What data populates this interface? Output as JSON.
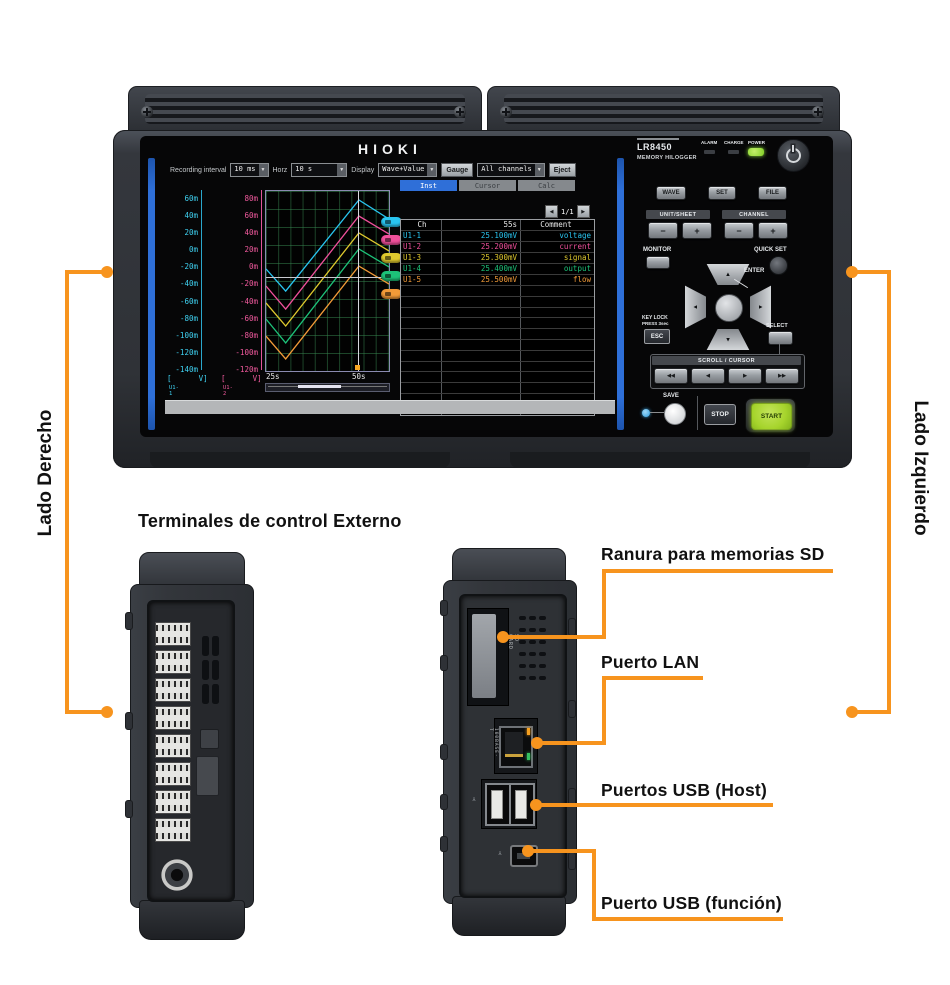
{
  "colors": {
    "accent_orange": "#F7941E",
    "blue_strip": "#2E6FD8",
    "tab_active_blue": "#2F6FD8",
    "start_key_green": "#A6D42C",
    "power_led_green": "#8FE03C",
    "channel_colors": [
      "#29C5F0",
      "#F0509B",
      "#DFC92E",
      "#1DC279",
      "#F29B38"
    ]
  },
  "front_view": {
    "brand": "HIOKI",
    "model": "LR8450",
    "model_subtitle": "MEMORY HILOGGER",
    "indicator_labels": {
      "alarm": "ALARM",
      "charge": "CHARGE",
      "power": "POWER"
    },
    "screen": {
      "toolbar": {
        "recording_interval_label": "Recording interval",
        "recording_interval_value": "10 ms",
        "horz_label": "Horz",
        "horz_value": "10 s",
        "display_label": "Display",
        "display_value": "Wave+Value",
        "gauge_button": "Gauge",
        "channels_value": "All channels",
        "eject_button": "Eject",
        "dropdown_arrow": "▼"
      },
      "tabs": [
        {
          "label": "Inst",
          "active": true
        },
        {
          "label": "Cursor",
          "active": false
        },
        {
          "label": "Calc",
          "active": false
        }
      ],
      "pager": {
        "prev": "◀",
        "page": "1/1",
        "next": "▶"
      },
      "table": {
        "headers": [
          "Ch",
          "55s",
          "Comment"
        ],
        "rows": [
          {
            "ch": "U1-1",
            "value": "25.100mV",
            "comment": "voltage"
          },
          {
            "ch": "U1-2",
            "value": "25.200mV",
            "comment": "current"
          },
          {
            "ch": "U1-3",
            "value": "25.300mV",
            "comment": "signal"
          },
          {
            "ch": "U1-4",
            "value": "25.400mV",
            "comment": "output"
          },
          {
            "ch": "U1-5",
            "value": "25.500mV",
            "comment": "flow"
          }
        ]
      },
      "gauge_units": {
        "left": "[      V]",
        "right": "[      V]",
        "left_channel": "U1-1",
        "right_channel": "U1-2"
      }
    },
    "keys": {
      "wave": "WAVE",
      "set": "SET",
      "file": "FILE",
      "unit_sheet": "UNIT/SHEET",
      "channel": "CHANNEL",
      "minus": "−",
      "plus": "+",
      "monitor": "MONITOR",
      "quick_set": "QUICK SET",
      "enter": "ENTER",
      "key_lock_line1": "KEY LOCK",
      "key_lock_line2": "PRESS 3sec",
      "esc": "ESC",
      "select": "SELECT",
      "scroll_cursor": "SCROLL / CURSOR",
      "fast_rewind": "◀◀",
      "step_left": "◀",
      "step_right": "▶",
      "fast_forward": "▶▶",
      "save": "SAVE",
      "stop": "STOP",
      "start": "START",
      "up": "▲",
      "down": "▼",
      "left": "◀",
      "right": "▶"
    }
  },
  "chart_data": {
    "type": "line",
    "x_ticks": [
      "25s",
      "50s"
    ],
    "cursor_at": "50s",
    "grid": true,
    "legend_position": "table-right",
    "axis_left": {
      "unit": "V",
      "channel": "U1-1",
      "ticks": [
        "60m",
        "40m",
        "20m",
        "0m",
        "-20m",
        "-40m",
        "-60m",
        "-80m",
        "-100m",
        "-120m",
        "-140m"
      ]
    },
    "axis_right": {
      "unit": "V",
      "channel": "U1-2",
      "ticks": [
        "80m",
        "60m",
        "40m",
        "20m",
        "0m",
        "-20m",
        "-40m",
        "-60m",
        "-80m",
        "-100m",
        "-120m"
      ]
    },
    "series": [
      {
        "name": "U1-1",
        "comment": "voltage",
        "color": "#29C5F0",
        "approx_values_mV_own_gauge": [
          -20,
          -46,
          61,
          39
        ],
        "points_norm": [
          [
            0,
            0.433
          ],
          [
            0.16,
            0.556
          ],
          [
            0.755,
            0.05
          ],
          [
            1,
            0.156
          ]
        ]
      },
      {
        "name": "U1-2",
        "comment": "current",
        "color": "#F0509B",
        "approx_values_mV_own_gauge": [
          -20,
          -46,
          61,
          39
        ],
        "points_norm": [
          [
            0,
            0.528
          ],
          [
            0.16,
            0.656
          ],
          [
            0.755,
            0.139
          ],
          [
            1,
            0.239
          ]
        ]
      },
      {
        "name": "U1-3",
        "comment": "signal",
        "color": "#DFC92E",
        "approx_values_mV_own_gauge": [
          -20,
          -46,
          61,
          39
        ],
        "points_norm": [
          [
            0,
            0.622
          ],
          [
            0.16,
            0.75
          ],
          [
            0.755,
            0.233
          ],
          [
            1,
            0.333
          ]
        ]
      },
      {
        "name": "U1-4",
        "comment": "output",
        "color": "#1DC279",
        "approx_values_mV_own_gauge": [
          -20,
          -46,
          61,
          39
        ],
        "points_norm": [
          [
            0,
            0.711
          ],
          [
            0.16,
            0.844
          ],
          [
            0.755,
            0.322
          ],
          [
            1,
            0.422
          ]
        ]
      },
      {
        "name": "U1-5",
        "comment": "flow",
        "color": "#F29B38",
        "approx_values_mV_own_gauge": [
          -20,
          -46,
          61,
          39
        ],
        "points_norm": [
          [
            0,
            0.806
          ],
          [
            0.16,
            0.933
          ],
          [
            0.755,
            0.417
          ],
          [
            1,
            0.517
          ]
        ]
      }
    ]
  },
  "annotations": {
    "right_side_label": "Lado Derecho",
    "left_side_label": "Lado Izquierdo",
    "terminals_label": "Terminales de control Externo",
    "sd_label": "Ranura  para memorias SD",
    "lan_label": "Puerto LAN",
    "usb_host_label": "Puertos USB (Host)",
    "usb_func_label": "Puerto USB (función)"
  },
  "side_views": {
    "sd_card_text": "SD CARD",
    "lan_text": "100BASE-T"
  }
}
